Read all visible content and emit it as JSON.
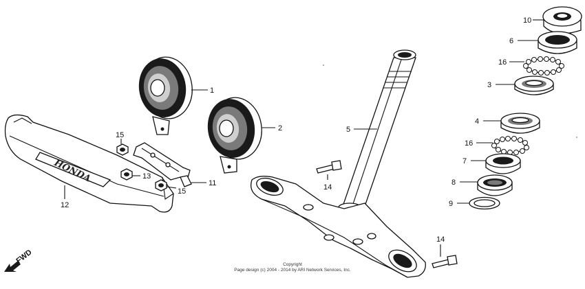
{
  "diagram": {
    "callouts": {
      "c1": "1",
      "c2": "2",
      "c3": "3",
      "c4": "4",
      "c5": "5",
      "c6": "6",
      "c7": "7",
      "c8": "8",
      "c9": "9",
      "c10": "10",
      "c11": "11",
      "c12": "12",
      "c13": "13",
      "c14a": "14",
      "c14b": "14",
      "c15a": "15",
      "c15b": "15",
      "c16a": "16",
      "c16b": "16"
    },
    "direction_label": "FWD",
    "emblem_text": "HONDA",
    "copyright": {
      "line1": "Copyright",
      "line2": "Page design (c) 2004 - 2014 by ARI Network Services, Inc."
    }
  }
}
